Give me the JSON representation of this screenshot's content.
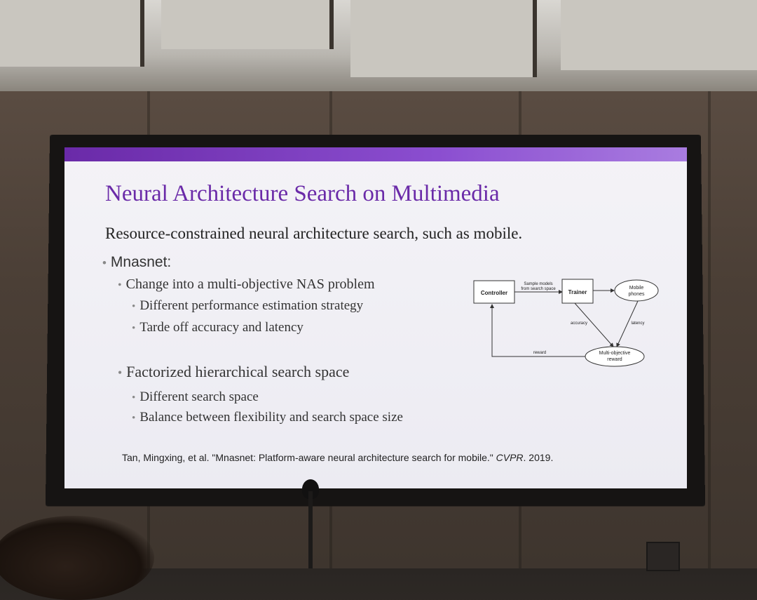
{
  "slide": {
    "title": "Neural Architecture Search on Multimedia",
    "subtitle": "Resource-constrained neural architecture search, such as mobile.",
    "bullets": [
      {
        "level": 1,
        "text": "Mnasnet:"
      },
      {
        "level": 2,
        "text": "Change into a multi-objective NAS problem"
      },
      {
        "level": 3,
        "text": "Different performance estimation strategy"
      },
      {
        "level": 3,
        "text": "Tarde off accuracy and latency"
      },
      {
        "level": 2,
        "text": "Factorized hierarchical search space"
      },
      {
        "level": 3,
        "text": "Different search space"
      },
      {
        "level": 3,
        "text": "Balance between flexibility and search space size"
      }
    ],
    "citation": {
      "prefix": "Tan, Mingxing, et al. \"Mnasnet: Platform-aware neural architecture search for mobile.\" ",
      "venue": "CVPR",
      "suffix": ". 2019."
    },
    "diagram": {
      "controller": "Controller",
      "trainer": "Trainer",
      "sample_line1": "Sample models",
      "sample_line2": "from search space",
      "mobile_line1": "Mobile",
      "mobile_line2": "phones",
      "accuracy": "accuracy",
      "latency": "latency",
      "reward": "reward",
      "multi_line1": "Multi-objective",
      "multi_line2": "reward"
    }
  },
  "colors": {
    "title": "#6a2aa8",
    "accent_bar": "#7b3cc0",
    "slide_bg": "#f0eff5"
  }
}
